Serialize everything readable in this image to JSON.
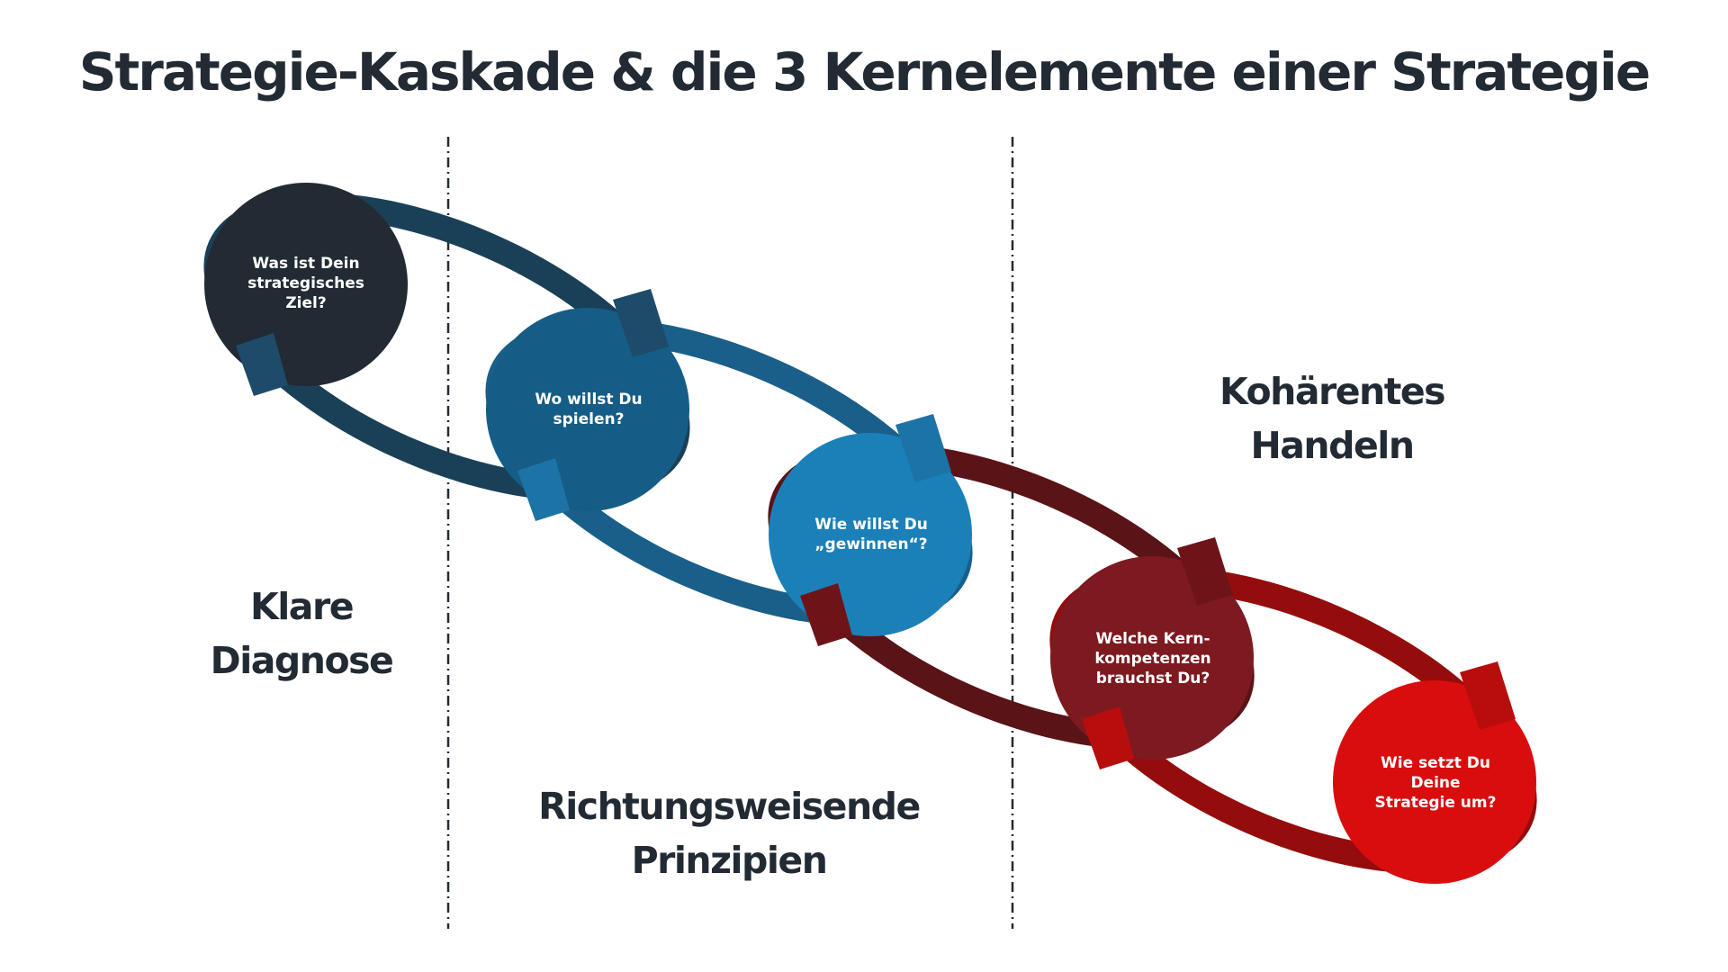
{
  "title": "Strategie-Kaskade & die 3 Kernelemente einer Strategie",
  "sections": [
    {
      "label": "Klare\nDiagnose"
    },
    {
      "label": "Richtungsweisende\nPrinzipien"
    },
    {
      "label": "Kohärentes\nHandeln"
    }
  ],
  "nodes": [
    {
      "label": "Was ist Dein\nstrategisches\nZiel?",
      "color": "#222a33"
    },
    {
      "label": "Wo willst Du\nspielen?",
      "color": "#155d86"
    },
    {
      "label": "Wie willst Du\n„gewinnen“?",
      "color": "#1b80b8"
    },
    {
      "label": "Welche Kern-\nkompetenzen\nbrauchst Du?",
      "color": "#7d1a20"
    },
    {
      "label": "Wie setzt Du\nDeine\nStrategie um?",
      "color": "#d90d0d"
    }
  ],
  "ring_colors": [
    "#1a4058",
    "#195f8a",
    "#5a1317",
    "#950c0c"
  ],
  "ring_highlight_colors": [
    "#1d4b69",
    "#1c73a6",
    "#6e1419",
    "#b80d0d"
  ]
}
